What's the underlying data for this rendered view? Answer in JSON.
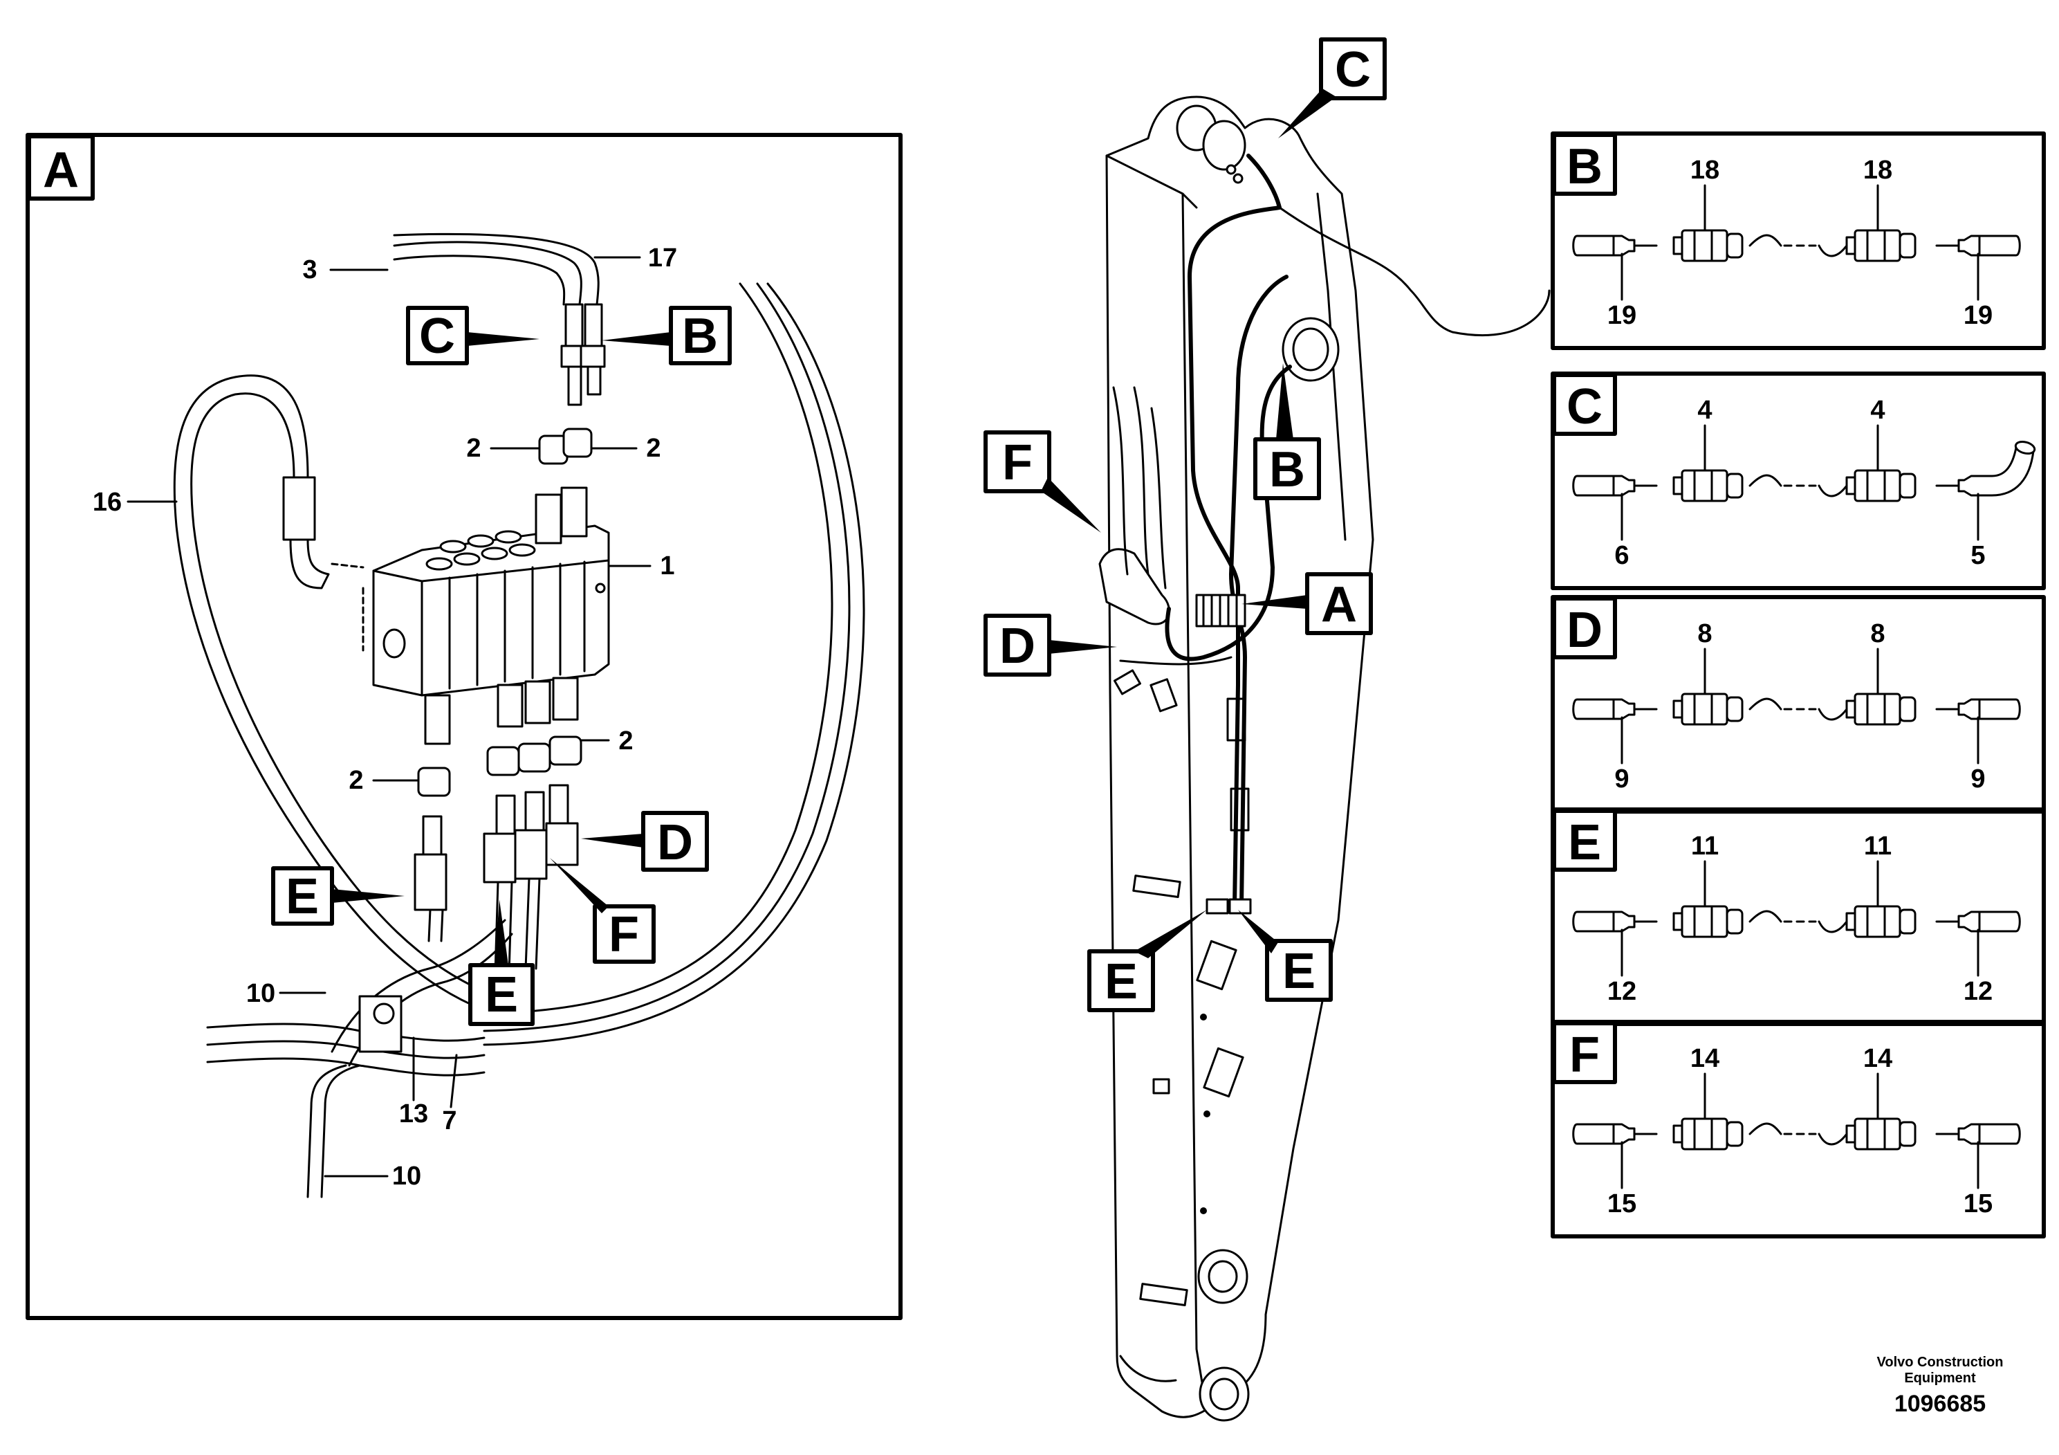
{
  "panel_a": {
    "title": "A",
    "callouts": [
      "C",
      "B",
      "D",
      "E",
      "F",
      "E"
    ],
    "numbers": [
      "3",
      "17",
      "2",
      "2",
      "16",
      "1",
      "2",
      "2",
      "10",
      "13",
      "7",
      "10"
    ]
  },
  "boom": {
    "callouts": [
      "C",
      "F",
      "B",
      "A",
      "D",
      "E",
      "E"
    ]
  },
  "details": [
    {
      "letter": "B",
      "top_left": "18",
      "top_right": "18",
      "bottom_left": "19",
      "bottom_right": "19"
    },
    {
      "letter": "C",
      "top_left": "4",
      "top_right": "4",
      "bottom_left": "6",
      "bottom_right": "5"
    },
    {
      "letter": "D",
      "top_left": "8",
      "top_right": "8",
      "bottom_left": "9",
      "bottom_right": "9"
    },
    {
      "letter": "E",
      "top_left": "11",
      "top_right": "11",
      "bottom_left": "12",
      "bottom_right": "12"
    },
    {
      "letter": "F",
      "top_left": "14",
      "top_right": "14",
      "bottom_left": "15",
      "bottom_right": "15"
    }
  ],
  "footer": {
    "company_line1": "Volvo Construction",
    "company_line2": "Equipment",
    "doc_number": "1096685"
  }
}
